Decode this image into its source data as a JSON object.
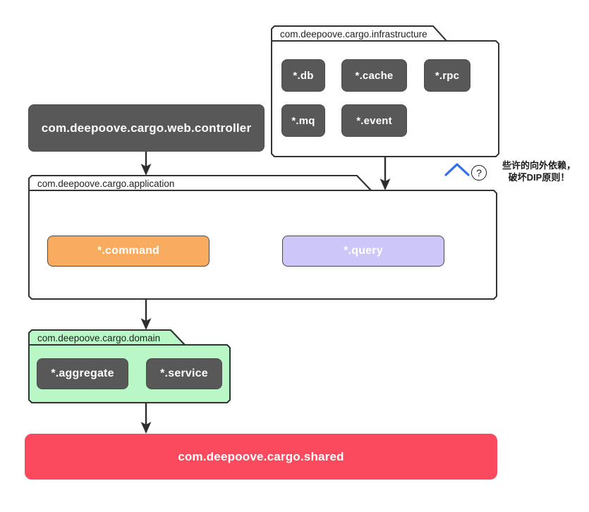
{
  "diagram": {
    "title": "DDD package dependency diagram",
    "colors": {
      "component_dark": "#585858",
      "command_orange": "#F9AC5F",
      "query_purple": "#CDC6F8",
      "domain_green": "#B9F8C6",
      "shared_red": "#FB4A5E",
      "stroke": "#333333",
      "annotation_blue": "#2F6FEE"
    },
    "packages": {
      "infrastructure": {
        "label": "com.deepoove.cargo.infrastructure",
        "components": [
          {
            "label": "*.db"
          },
          {
            "label": "*.cache"
          },
          {
            "label": "*.rpc"
          },
          {
            "label": "*.mq"
          },
          {
            "label": "*.event"
          }
        ]
      },
      "application": {
        "label": "com.deepoove.cargo.application",
        "components": [
          {
            "label": "*.command"
          },
          {
            "label": "*.query"
          }
        ]
      },
      "domain": {
        "label": "com.deepoove.cargo.domain",
        "components": [
          {
            "label": "*.aggregate"
          },
          {
            "label": "*.service"
          }
        ]
      }
    },
    "nodes": {
      "controller": {
        "label": "com.deepoove.cargo.web.controller"
      },
      "shared": {
        "label": "com.deepoove.cargo.shared"
      }
    },
    "annotation": {
      "text": "些许的向外依赖，\n破坏DIP原则！",
      "question_mark": "?",
      "caret_icon": "caret-up-icon"
    }
  }
}
